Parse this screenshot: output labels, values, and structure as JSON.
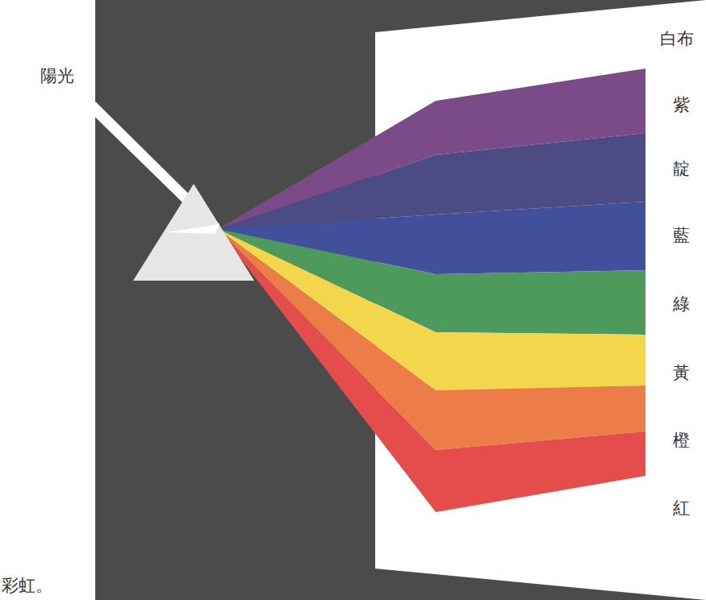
{
  "diagram": {
    "labels": [
      "陽光",
      "白布",
      "紫",
      "靛",
      "藍",
      "綠",
      "黃",
      "橙",
      "紅",
      "彩虹。"
    ]
  }
}
